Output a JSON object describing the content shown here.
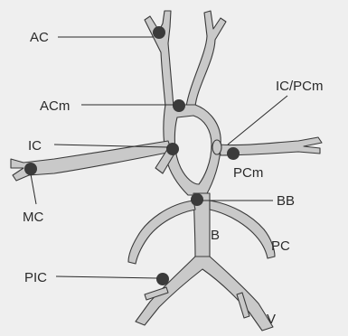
{
  "colors": {
    "background": "#efefef",
    "vessel": "#c9c9c9",
    "outline": "#3a3a3a",
    "marker": "#3b3b3b"
  },
  "labels": {
    "ac": "AC",
    "acm": "ACm",
    "ic": "IC",
    "mc": "MC",
    "ic_pcm": "IC/PCm",
    "pcm": "PCm",
    "bb": "BB",
    "b": "B",
    "pc": "PC",
    "pic": "PIC",
    "v": "V"
  }
}
